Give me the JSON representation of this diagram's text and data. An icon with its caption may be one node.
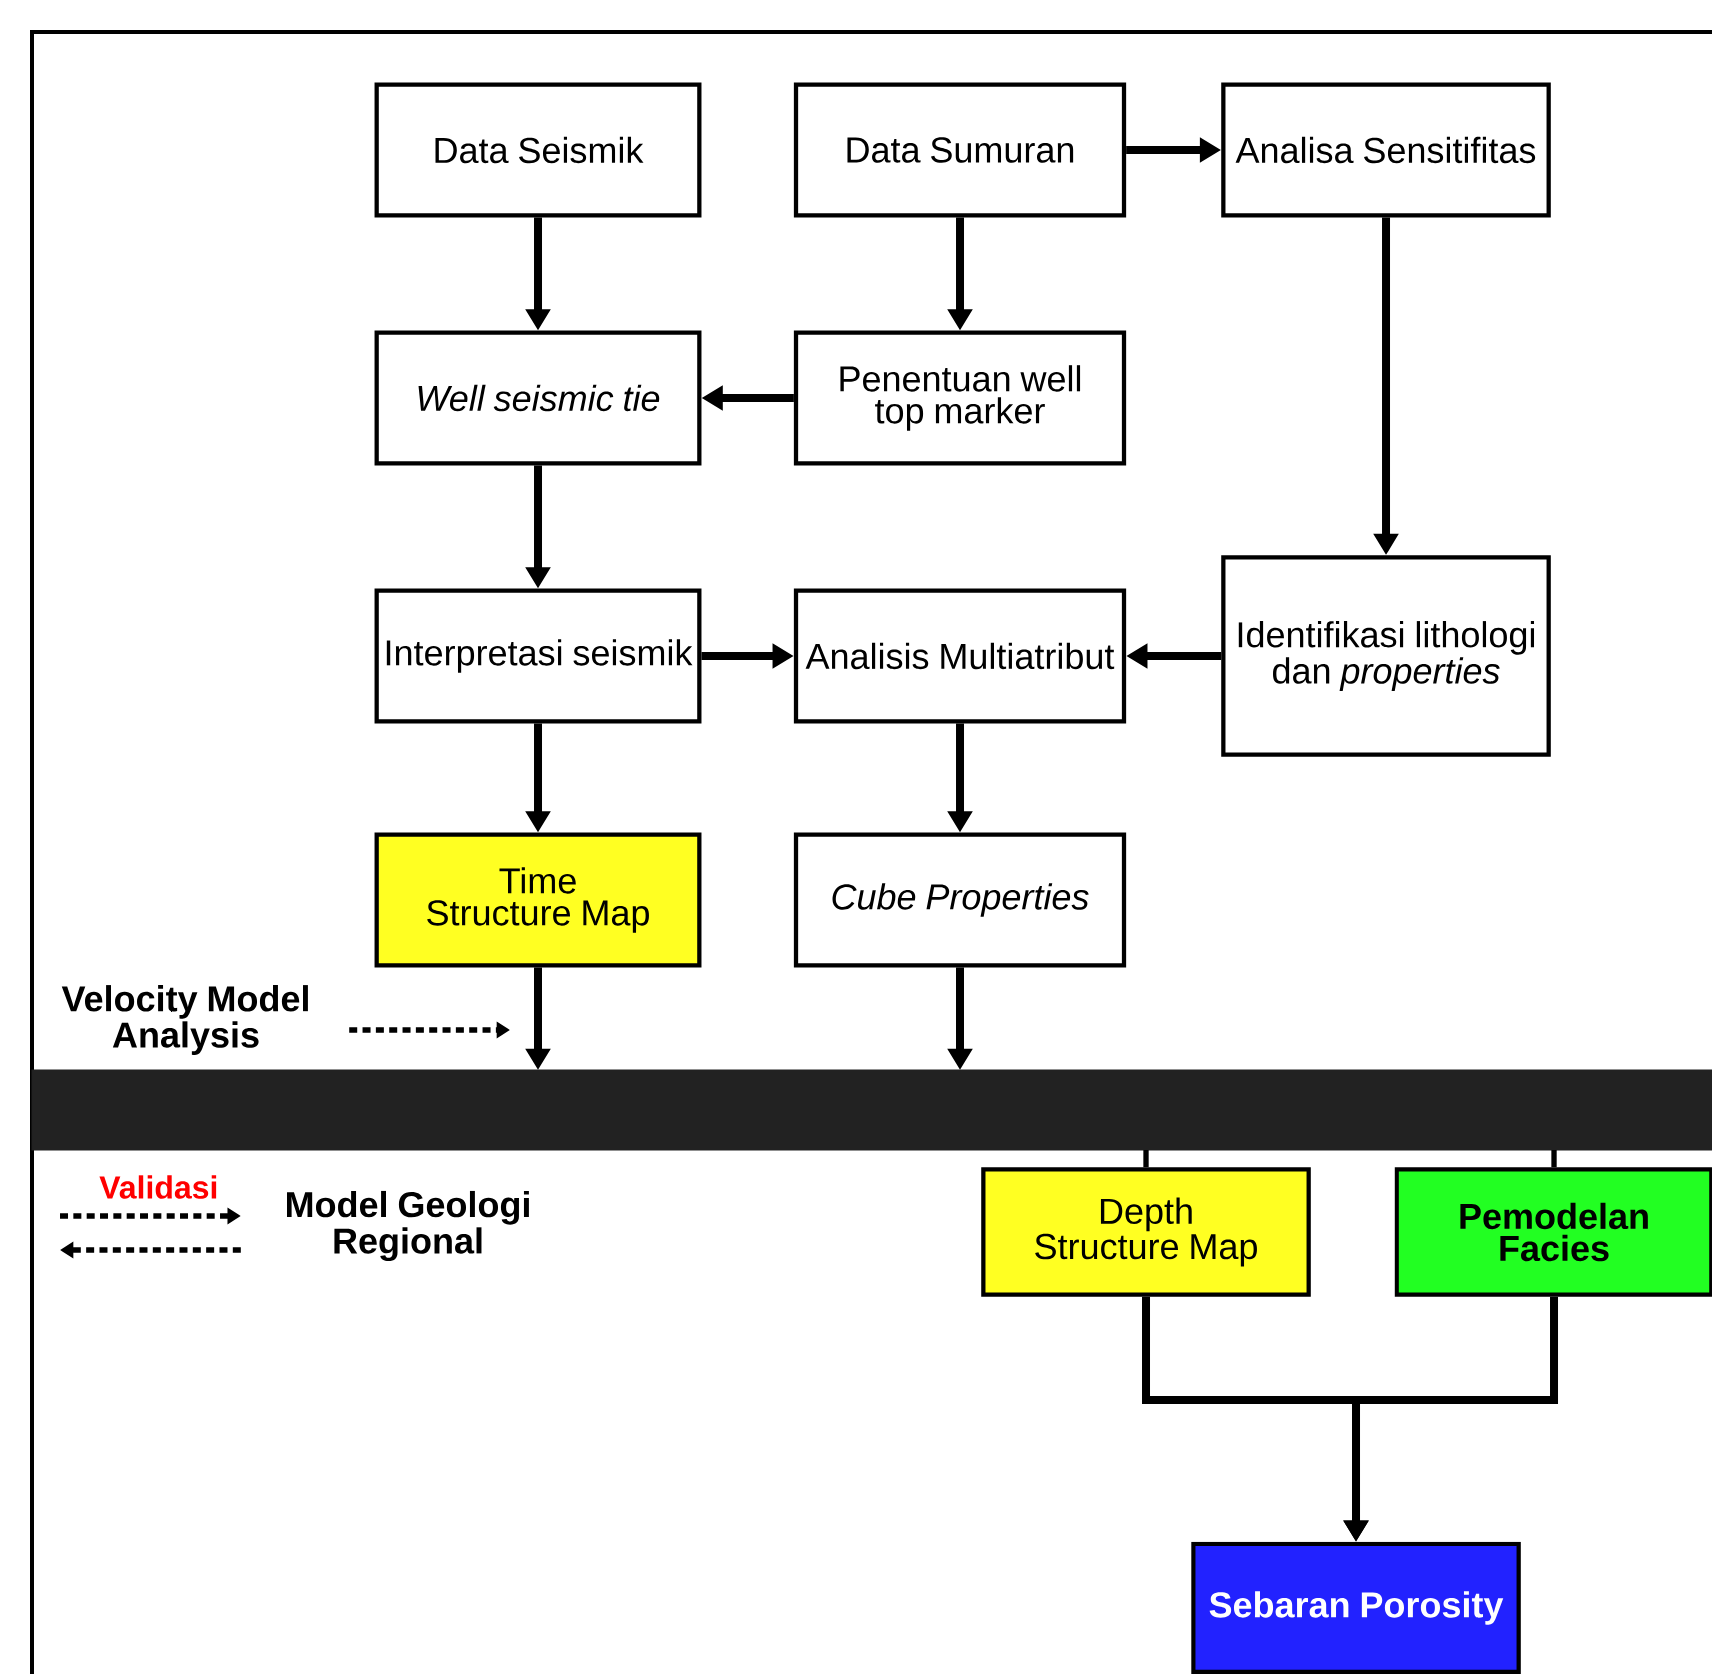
{
  "diagram": {
    "nodes": [
      {
        "text": [
          "Data Seismik"
        ]
      },
      {
        "text": [
          "Data Sumuran"
        ]
      },
      {
        "text": [
          "Analisa Sensitifitas"
        ]
      },
      {
        "text": [
          "Well seismic tie"
        ]
      },
      {
        "text": [
          "Penentuan well top marker"
        ]
      },
      {
        "text": [
          "Interpretasi seismik"
        ]
      },
      {
        "text": [
          "Analisis Multiatribut"
        ]
      },
      {
        "text": [
          "Identifikasi lithologi dan *properties*"
        ]
      },
      {
        "text": [
          "Time Structure Map"
        ]
      },
      {
        "text": [
          "Cube Properties"
        ]
      },
      {
        "text": [
          "Velocity Model Analysis"
        ]
      },
      {
        "text": [],
        "shape": "bar"
      },
      {
        "text": [
          "Model Geologi Regional"
        ]
      },
      {
        "text": [
          "Depth Structure Map"
        ]
      },
      {
        "text": [
          "Pemodelan Facies"
        ]
      },
      {
        "text": [
          "Sebaran Porosity"
        ]
      }
    ],
    "edges": [
      {
        "from": 0,
        "to": 3,
        "arrow": "to"
      },
      {
        "from": 1,
        "to": 4,
        "arrow": "to"
      },
      {
        "from": 1,
        "to": 2,
        "arrow": "to"
      },
      {
        "from": 4,
        "to": 3,
        "arrow": "to"
      },
      {
        "from": 3,
        "to": 5,
        "arrow": "to"
      },
      {
        "from": 2,
        "to": 7,
        "arrow": "to"
      },
      {
        "from": 5,
        "to": 6,
        "arrow": "to"
      },
      {
        "from": 7,
        "to": 6,
        "arrow": "to"
      },
      {
        "from": 5,
        "to": 8,
        "arrow": "to"
      },
      {
        "from": 6,
        "to": 9,
        "arrow": "to"
      },
      {
        "from": 8,
        "to": 11,
        "arrow": "to"
      },
      {
        "from": 9,
        "to": 11,
        "arrow": "to"
      },
      {
        "from": 10,
        "to": null,
        "arrow": "to",
        "style": "dashed"
      },
      {
        "from": null,
        "to": 12,
        "arrow": "to",
        "style": "dashed",
        "label": "Validasi"
      },
      {
        "from": 12,
        "to": null,
        "arrow": "to",
        "style": "dashed"
      },
      {
        "from": 11,
        "to": 13,
        "arrow": "none"
      },
      {
        "from": 11,
        "to": 14,
        "arrow": "none"
      },
      {
        "from": 13,
        "to": 15,
        "arrow": "to"
      },
      {
        "from": 14,
        "to": 15,
        "arrow": "to"
      }
    ]
  }
}
